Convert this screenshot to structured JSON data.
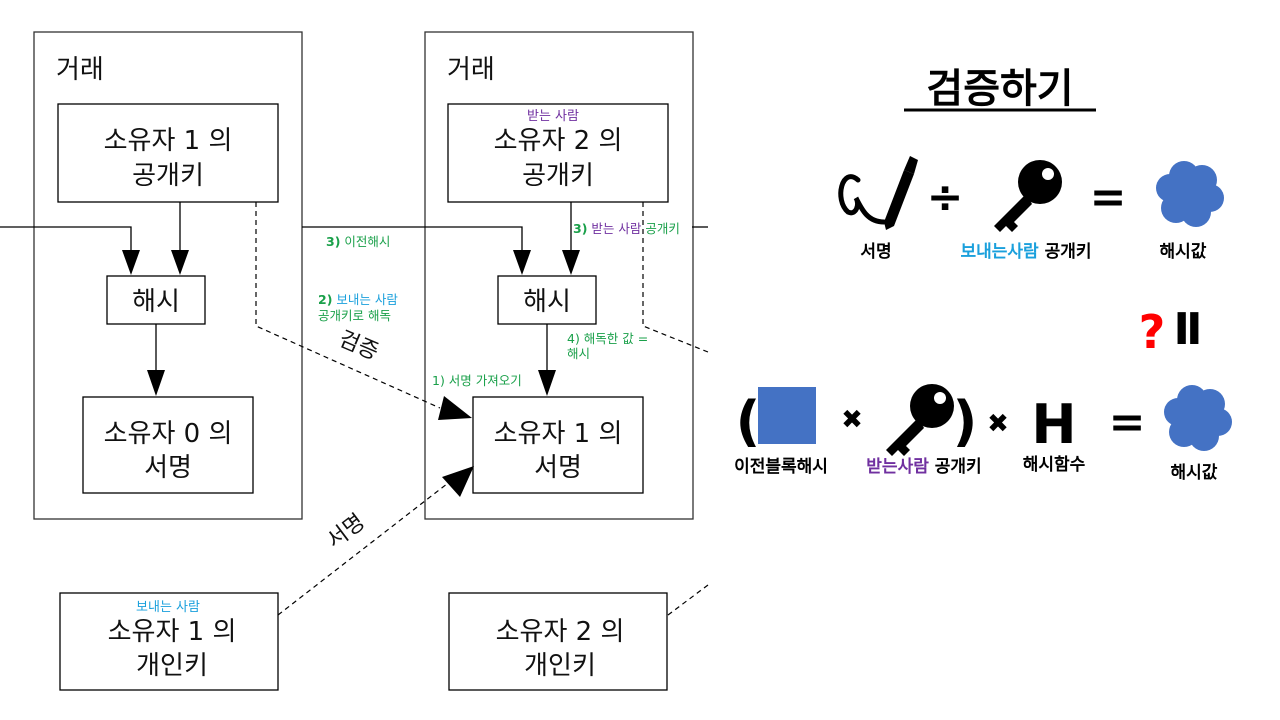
{
  "colors": {
    "annotation_green": "#1aa04a",
    "sender_blue": "#1aa0dc",
    "receiver_purple": "#7030a0",
    "hash_blob_blue": "#4472c4",
    "question_red": "#ff0000"
  },
  "icons": [
    "signature-pen-icon",
    "key-icon",
    "hash-cloud-icon",
    "prev-block-square-icon"
  ],
  "tx1": {
    "title": "거래",
    "owner_pub_l1": "소유자  1 의",
    "owner_pub_l2": "공개키",
    "hash_label": "해시",
    "sig_l1": "소유자  0 의",
    "sig_l2": "서명"
  },
  "tx2": {
    "title": "거래",
    "receiver_tag": "받는 사람",
    "owner_pub_l1": "소유자  2 의",
    "owner_pub_l2": "공개키",
    "hash_label": "해시",
    "sig_l1": "소유자  1 의",
    "sig_l2": "서명"
  },
  "priv1": {
    "sender_tag": "보내는 사람",
    "l1": "소유자  1 의",
    "l2": "개인키"
  },
  "priv2": {
    "l1": "소유자  2 의",
    "l2": "개인키"
  },
  "diagonal_labels": {
    "verify": "검증",
    "sign": "서명"
  },
  "annotations": {
    "a3_num": "3)",
    "a3_text": "이전해시",
    "a2_num": "2)",
    "a2_blue": "보내는 사람",
    "a2_line2": "공개키로 해독",
    "b3_num": "3)",
    "b3_purple": "받는 사람",
    "b3_text": "공개키",
    "b4_l1": "4) 해독한 값 =",
    "b4_l2": "해시",
    "b1": "1) 서명 가져오기"
  },
  "verify_panel": {
    "title": "검증하기",
    "eq1": {
      "divide": "÷",
      "equals": "=",
      "sig_label": "서명",
      "key_label_colored": "보내는사람",
      "key_label_rest": " 공개키",
      "result_label": "해시값"
    },
    "check": {
      "question": "?",
      "parallel": "Ⅱ"
    },
    "eq2": {
      "open_paren": "(",
      "close_paren": ")",
      "times1": "✖",
      "times2": "✖",
      "hash_fn_symbol": "H",
      "equals": "=",
      "prev_label": "이전블록해시",
      "key_label_colored": "받는사람",
      "key_label_rest": " 공개키",
      "hash_fn_label": "해시함수",
      "result_label": "해시값"
    }
  }
}
